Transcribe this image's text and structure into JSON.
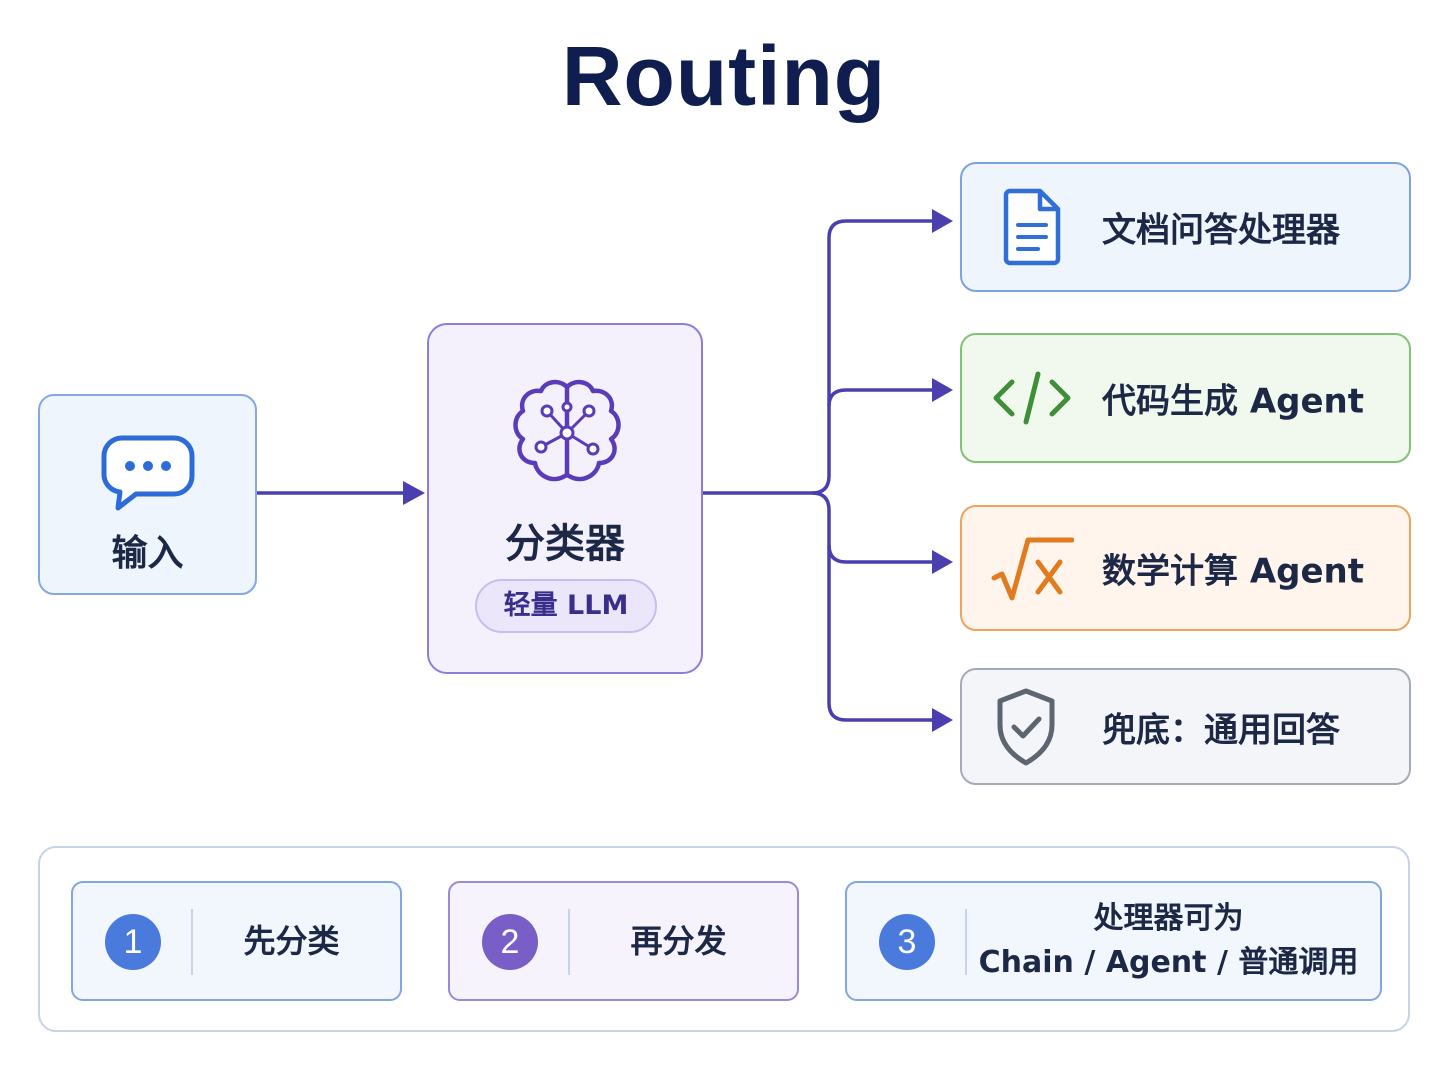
{
  "title": "Routing",
  "input": {
    "label": "输入",
    "icon": "chat-bubble-icon"
  },
  "classifier": {
    "label": "分类器",
    "badge": "轻量 LLM",
    "icon": "brain-network-icon"
  },
  "handlers": [
    {
      "label": "文档问答处理器",
      "icon": "document-icon",
      "color": "#2f6fd6"
    },
    {
      "label": "代码生成 Agent",
      "icon": "code-icon",
      "color": "#3f8f3a"
    },
    {
      "label": "数学计算 Agent",
      "icon": "square-root-icon",
      "color": "#e07b1f"
    },
    {
      "label": "兜底：通用回答",
      "icon": "shield-check-icon",
      "color": "#5d6570"
    }
  ],
  "steps": [
    {
      "number": "1",
      "text": "先分类"
    },
    {
      "number": "2",
      "text": "再分发"
    },
    {
      "number": "3",
      "line1": "处理器可为",
      "line2": "Chain / Agent / 普通调用"
    }
  ],
  "colors": {
    "connector": "#4b3fb0",
    "title": "#0f1e4e"
  }
}
